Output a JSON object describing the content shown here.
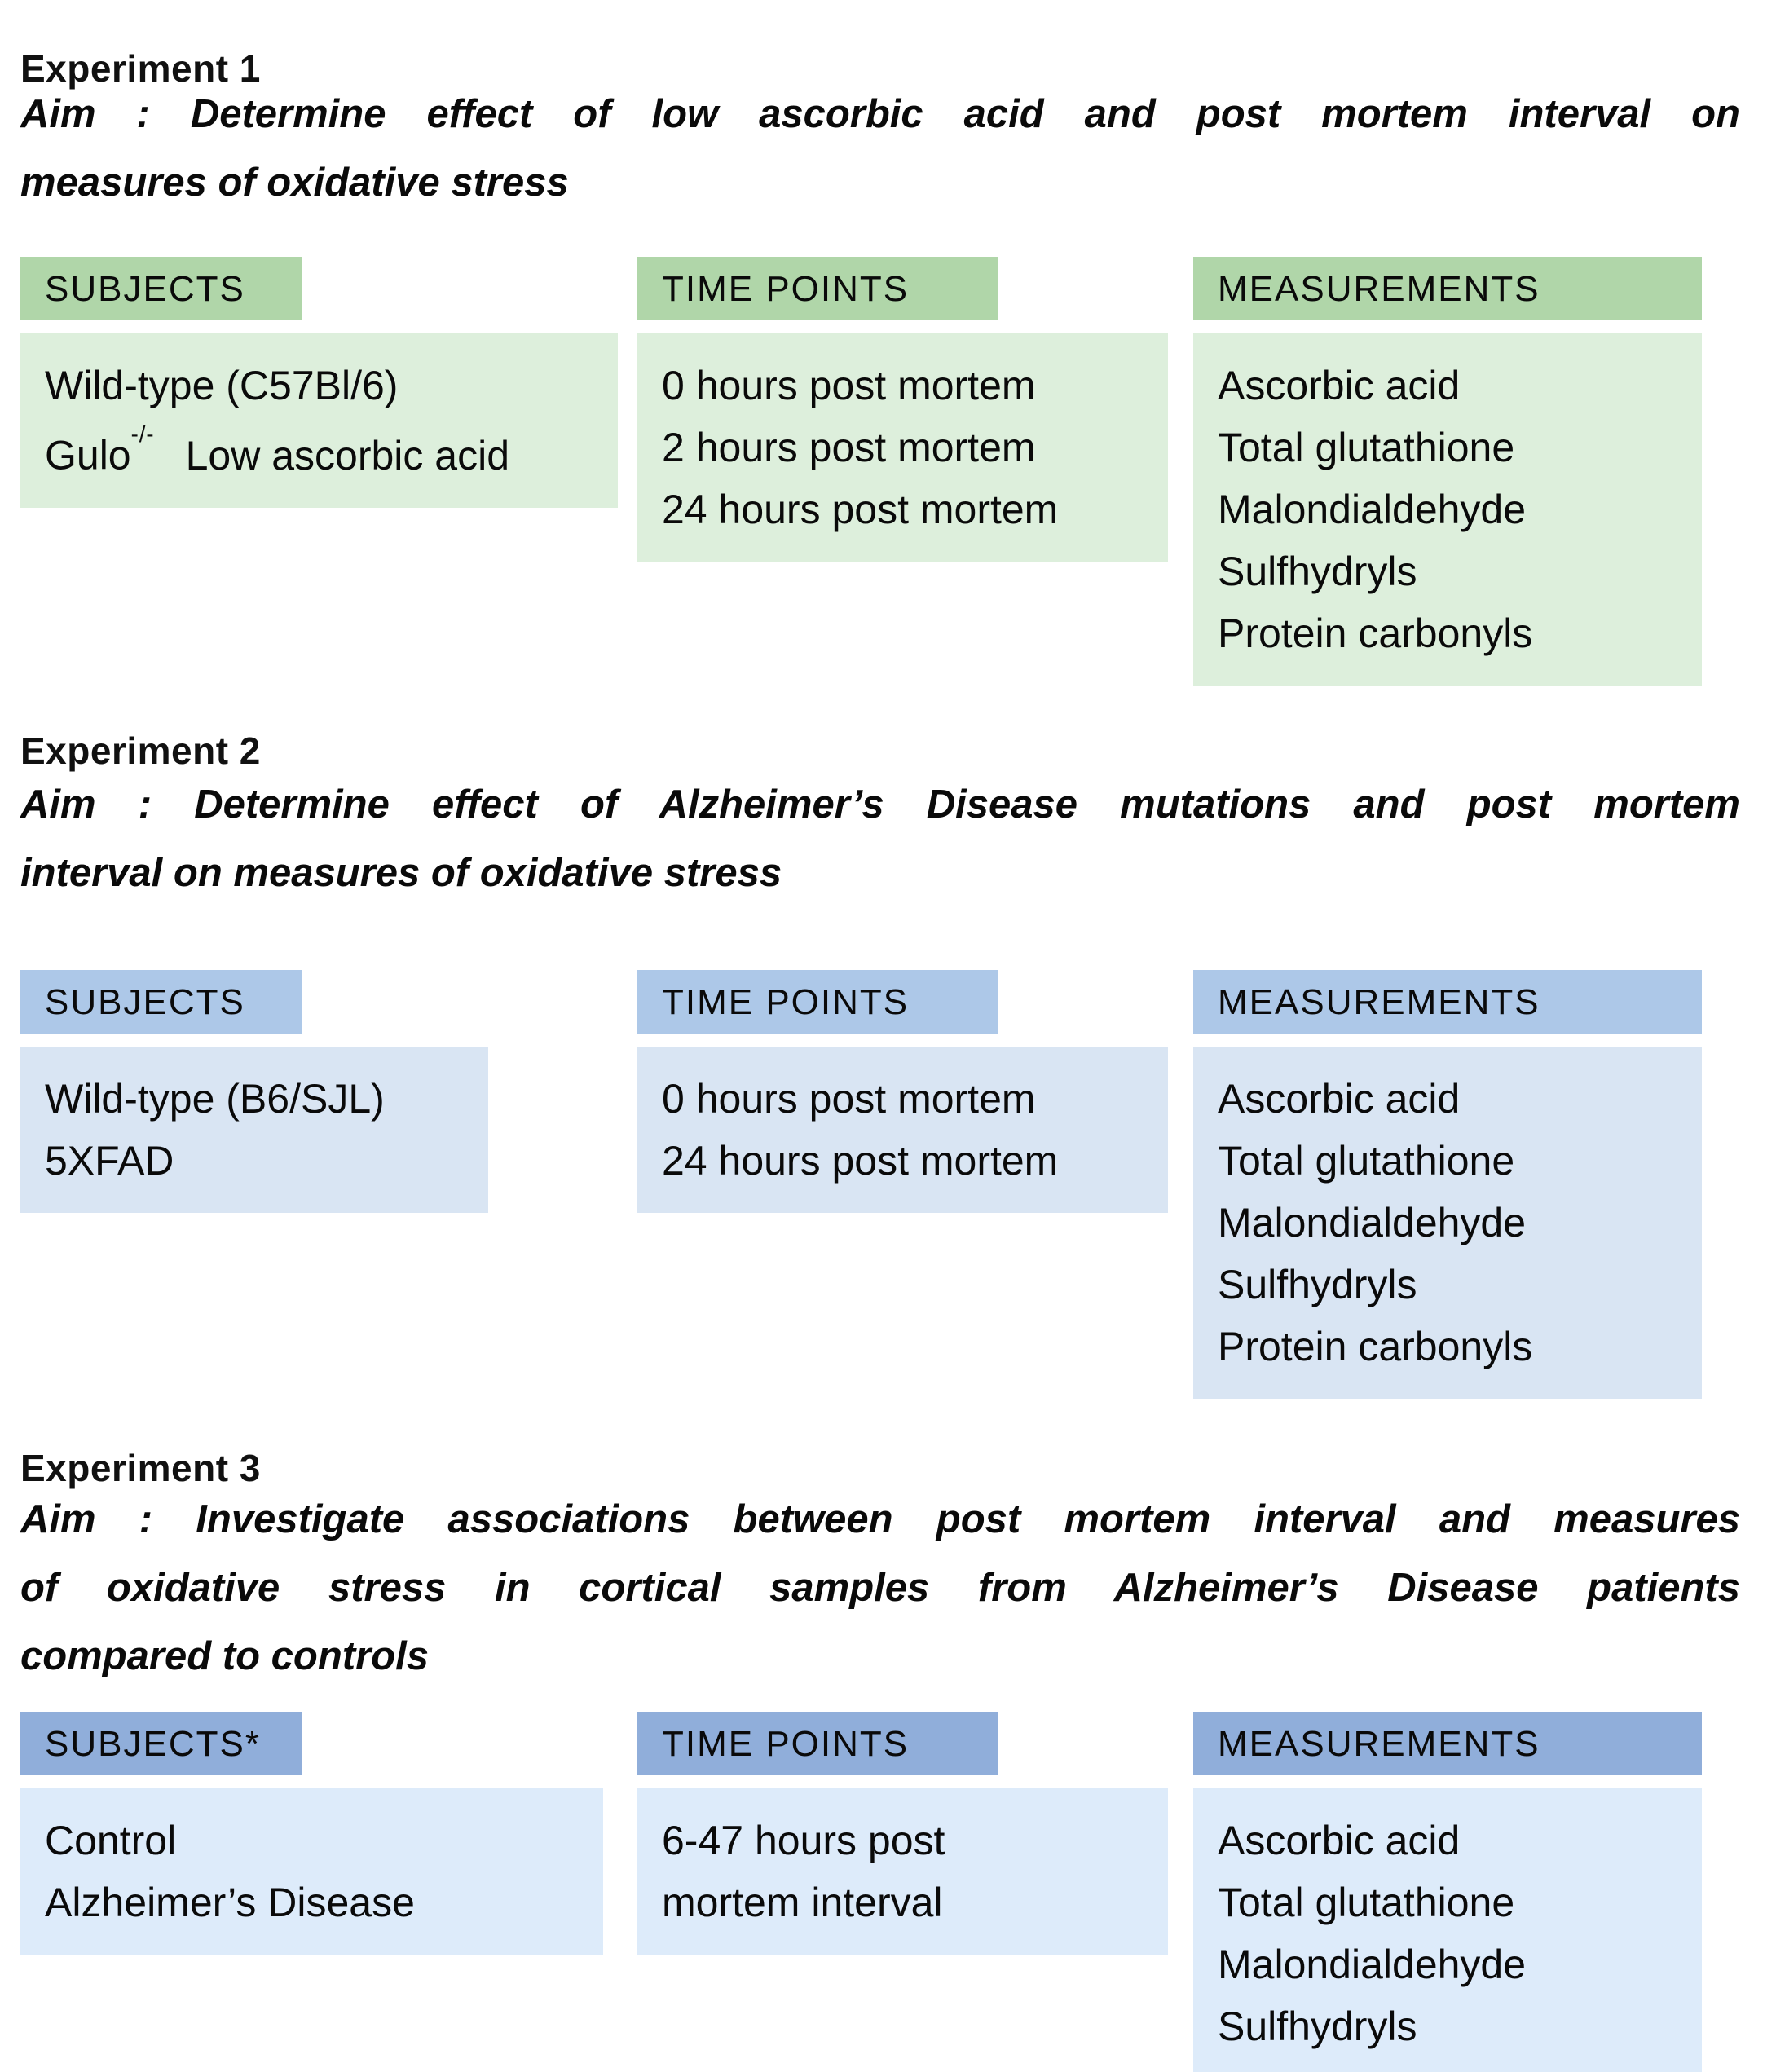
{
  "figure": {
    "background": "#ffffff",
    "text_color": "#0a0a0a"
  },
  "experiments": [
    {
      "id": 1,
      "title": "Experiment 1",
      "aim_lines": [
        "Aim : Determine effect of low ascorbic acid and post mortem interval on",
        "measures of oxidative stress"
      ],
      "theme": {
        "header_bg": "#b0d6a9",
        "body_bg": "#ddefdc"
      },
      "columns": [
        {
          "header": "SUBJECTS",
          "lines": [
            "Wild-type (C57Bl/6)",
            {
              "text": "Gulo",
              "sup": "-/-",
              "after": "Low ascorbic acid"
            }
          ]
        },
        {
          "header": "TIME POINTS",
          "lines": [
            "0 hours post mortem",
            "2 hours post mortem",
            "24 hours post mortem"
          ]
        },
        {
          "header": "MEASUREMENTS",
          "lines": [
            "Ascorbic acid",
            "Total glutathione",
            "Malondialdehyde",
            "Sulfhydryls",
            "Protein carbonyls"
          ]
        }
      ]
    },
    {
      "id": 2,
      "title": "Experiment 2",
      "aim_lines": [
        "Aim : Determine effect of Alzheimer’s Disease mutations and post mortem",
        "interval on measures of oxidative stress"
      ],
      "theme": {
        "header_bg": "#adc8e8",
        "body_bg": "#d9e5f3"
      },
      "columns": [
        {
          "header": "SUBJECTS",
          "lines": [
            "Wild-type (B6/SJL)",
            "5XFAD"
          ]
        },
        {
          "header": "TIME POINTS",
          "lines": [
            "0 hours post mortem",
            "24 hours post mortem"
          ]
        },
        {
          "header": "MEASUREMENTS",
          "lines": [
            "Ascorbic acid",
            "Total glutathione",
            "Malondialdehyde",
            "Sulfhydryls",
            "Protein carbonyls"
          ]
        }
      ]
    },
    {
      "id": 3,
      "title": "Experiment 3",
      "aim_lines": [
        "Aim : Investigate associations between post mortem interval and measures",
        "of oxidative stress in cortical samples from Alzheimer’s Disease patients",
        "compared to controls"
      ],
      "theme": {
        "header_bg": "#90aeda",
        "body_bg": "#ddebfa"
      },
      "columns": [
        {
          "header": "SUBJECTS*",
          "lines": [
            "Control",
            "Alzheimer’s Disease"
          ]
        },
        {
          "header": "TIME POINTS",
          "lines": [
            "6-47 hours post",
            "mortem interval"
          ]
        },
        {
          "header": "MEASUREMENTS",
          "lines": [
            "Ascorbic acid",
            "Total glutathione",
            "Malondialdehyde",
            "Sulfhydryls"
          ]
        }
      ]
    }
  ]
}
